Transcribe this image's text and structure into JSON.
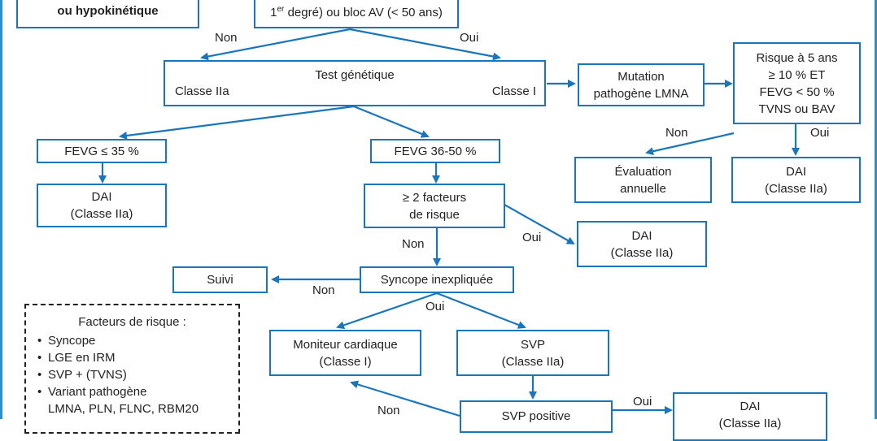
{
  "colors": {
    "box_border": "#1a75bb",
    "arrow": "#1a75bb",
    "frame": "#2a8fd0",
    "text": "#222222"
  },
  "boxes": {
    "top_left": {
      "lines": [
        "ou hypokinétique"
      ]
    },
    "top_center": {
      "line_sup": "er",
      "line_before": "1",
      "line_after": " degré) ou bloc AV (< 50 ans)"
    },
    "test_genetique": {
      "title": "Test génétique",
      "left": "Classe IIa",
      "right": "Classe I"
    },
    "mutation": {
      "lines": [
        "Mutation",
        "pathogène LMNA"
      ]
    },
    "risque": {
      "lines": [
        "Risque à 5 ans",
        "≥ 10 % ET",
        "FEVG < 50 %",
        "TVNS ou BAV"
      ]
    },
    "fevg35": {
      "lines": [
        "FEVG ≤ 35 %"
      ]
    },
    "fevg36": {
      "lines": [
        "FEVG 36-50 %"
      ]
    },
    "dai_left": {
      "lines": [
        "DAI",
        "(Classe IIa)"
      ]
    },
    "facteurs": {
      "lines": [
        "≥ 2 facteurs",
        "de risque"
      ]
    },
    "evaluation": {
      "lines": [
        "Évaluation",
        "annuelle"
      ]
    },
    "dai_right": {
      "lines": [
        "DAI",
        "(Classe IIa)"
      ]
    },
    "dai_mid": {
      "lines": [
        "DAI",
        "(Classe IIa)"
      ]
    },
    "suivi": {
      "lines": [
        "Suivi"
      ]
    },
    "syncope": {
      "lines": [
        "Syncope inexpliquée"
      ]
    },
    "moniteur": {
      "lines": [
        "Moniteur cardiaque",
        "(Classe I)"
      ]
    },
    "svp": {
      "lines": [
        "SVP",
        "(Classe IIa)"
      ]
    },
    "svp_positive": {
      "lines": [
        "SVP positive"
      ]
    },
    "dai_bottom": {
      "lines": [
        "DAI",
        "(Classe IIa)"
      ]
    }
  },
  "labels": {
    "non_1": "Non",
    "oui_1": "Oui",
    "non_2": "Non",
    "oui_2": "Oui",
    "oui_3": "Oui",
    "non_3": "Non",
    "non_4": "Non",
    "oui_4": "Oui",
    "non_5": "Non",
    "oui_5": "Oui"
  },
  "legend": {
    "title": "Facteurs de risque :",
    "items": [
      "Syncope",
      "LGE en IRM",
      "SVP + (TVNS)",
      "Variant pathogène",
      "LMNA, PLN, FLNC, RBM20"
    ]
  }
}
